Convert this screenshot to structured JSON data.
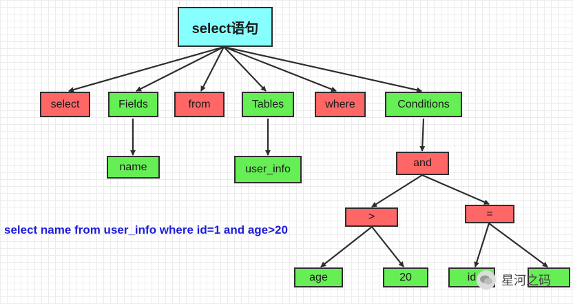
{
  "nodes": {
    "root": "select语句",
    "select": "select",
    "fields": "Fields",
    "from": "from",
    "tables": "Tables",
    "where": "where",
    "conditions": "Conditions",
    "name": "name",
    "user_info": "user_info",
    "and": "and",
    "gt": ">",
    "eq": "=",
    "age": "age",
    "twenty": "20",
    "id": "id",
    "one": ""
  },
  "caption": "select name from user_info where id=1 and age>20",
  "watermark": "星河之码",
  "colors": {
    "keyword_node": "#ff6666",
    "value_node": "#66ee55",
    "root_node": "#88ffff",
    "caption_text": "#1d1ddc"
  }
}
